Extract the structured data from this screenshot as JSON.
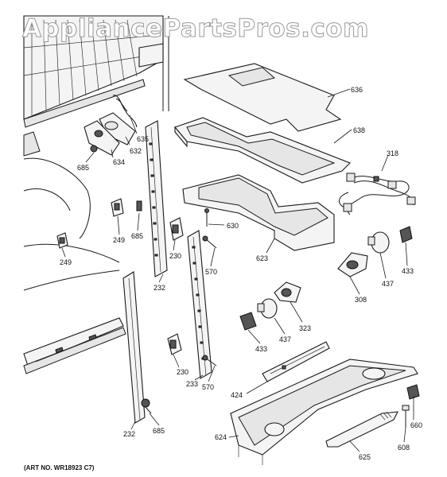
{
  "watermark": "AppliancePartsPros.com",
  "art_number": "(ART NO. WR18923 C7)",
  "labels": {
    "p636": "636",
    "p638": "638",
    "p318": "318",
    "p635": "635",
    "p632": "632",
    "p634": "634",
    "p685a": "685",
    "p685b": "685",
    "p685c": "685",
    "p249a": "249",
    "p249b": "249",
    "p230a": "230",
    "p230b": "230",
    "p630": "630",
    "p570a": "570",
    "p570b": "570",
    "p623": "623",
    "p232a": "232",
    "p232b": "232",
    "p308": "308",
    "p437a": "437",
    "p437b": "437",
    "p433a": "433",
    "p433b": "433",
    "p323": "323",
    "p233": "233",
    "p424": "424",
    "p624": "624",
    "p625": "625",
    "p660": "660",
    "p608": "608"
  }
}
